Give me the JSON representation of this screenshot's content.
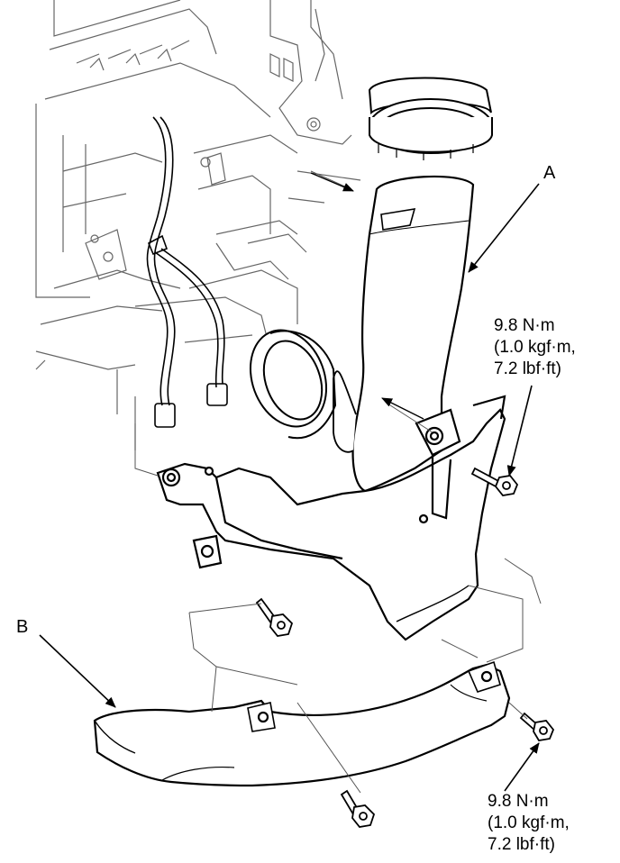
{
  "labels": {
    "part_a": "A",
    "part_b": "B"
  },
  "torque_upper": {
    "line1": "9.8 N·m",
    "line2": "(1.0 kgf·m,",
    "line3": "7.2 lbf·ft)"
  },
  "torque_lower": {
    "line1": "9.8 N·m",
    "line2": "(1.0 kgf·m,",
    "line3": "7.2 lbf·ft)"
  },
  "colors": {
    "line": "#000000",
    "thin_line": "#555555",
    "background": "#ffffff"
  }
}
